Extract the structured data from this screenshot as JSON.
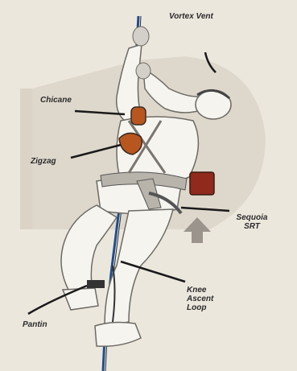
{
  "labels": {
    "vortex_vent": "Vortex Vent",
    "chicane": "Chicane",
    "zigzag": "Zigzag",
    "sequoia_srt_line1": "Sequoia",
    "sequoia_srt_line2": "SRT",
    "knee_ascent_line1": "Knee",
    "knee_ascent_line2": "Ascent",
    "knee_ascent_line3": "Loop",
    "pantin": "Pantin"
  },
  "colors": {
    "background": "#ece7dd",
    "panel": "#d9d2c4",
    "rope_blue": "#1f4e8f",
    "rope_dark": "#2a2a2a",
    "harness": "#b9b4ab",
    "bag": "#8f2a1c",
    "clip_orange": "#b8561f",
    "arrow_grey": "#9a948c",
    "pointer": "#1a1a1a"
  },
  "icons": {
    "up_arrow": "up-arrow-icon"
  }
}
